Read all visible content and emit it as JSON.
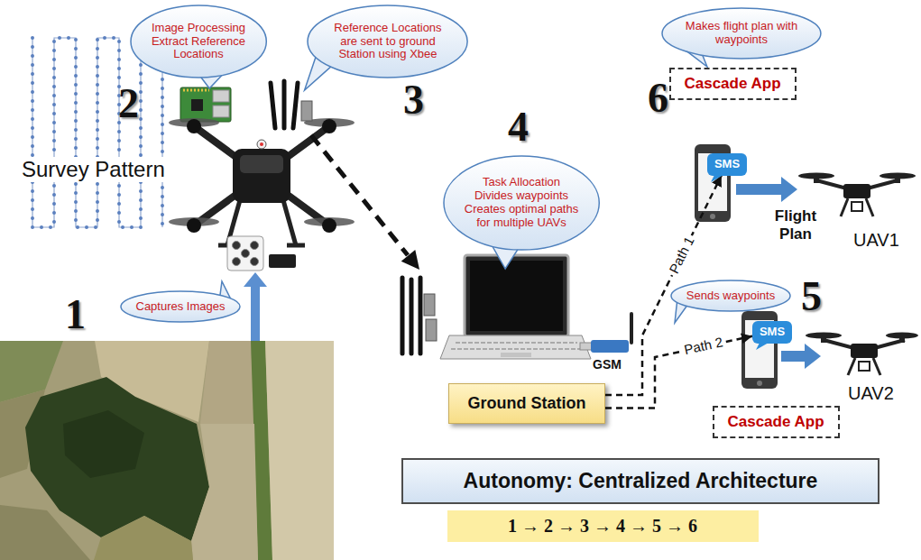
{
  "diagram": {
    "nodes": [
      {
        "text": [
          "Image Processing Extract Reference Locations"
        ]
      },
      {
        "text": [
          "Reference Locations are sent to ground Station using Xbee"
        ]
      },
      {
        "text": [
          "Makes flight plan with waypoints"
        ]
      },
      {
        "text": [
          "Cascade App"
        ]
      },
      {
        "text": [
          "SMS"
        ]
      },
      {
        "text": [
          "Task Allocation Divides waypoints Creates optimal paths for multiple UAVs"
        ]
      },
      {
        "text": [
          "Sends waypoints"
        ]
      },
      {
        "text": [
          "Captures Images"
        ]
      },
      {
        "text": [
          "SMS"
        ]
      },
      {
        "text": [
          "Ground Station"
        ]
      },
      {
        "text": [
          "Cascade App"
        ]
      },
      {
        "text": [
          "Autonomy: Centralized Architecture"
        ]
      },
      {
        "text": [
          "1 → 2 → 3 → 4 → 5 → 6"
        ]
      }
    ],
    "edges": [
      {
        "from": 9,
        "to": 4,
        "arrow": "to",
        "label": "Path 1"
      },
      {
        "from": 9,
        "to": 8,
        "arrow": "to",
        "label": "Path 2"
      }
    ],
    "labels": [
      "2",
      "3",
      "6",
      "Survey Pattern",
      "4",
      "Flight Plan",
      "UAV1",
      "5",
      "1",
      "GSM",
      "UAV2"
    ]
  }
}
